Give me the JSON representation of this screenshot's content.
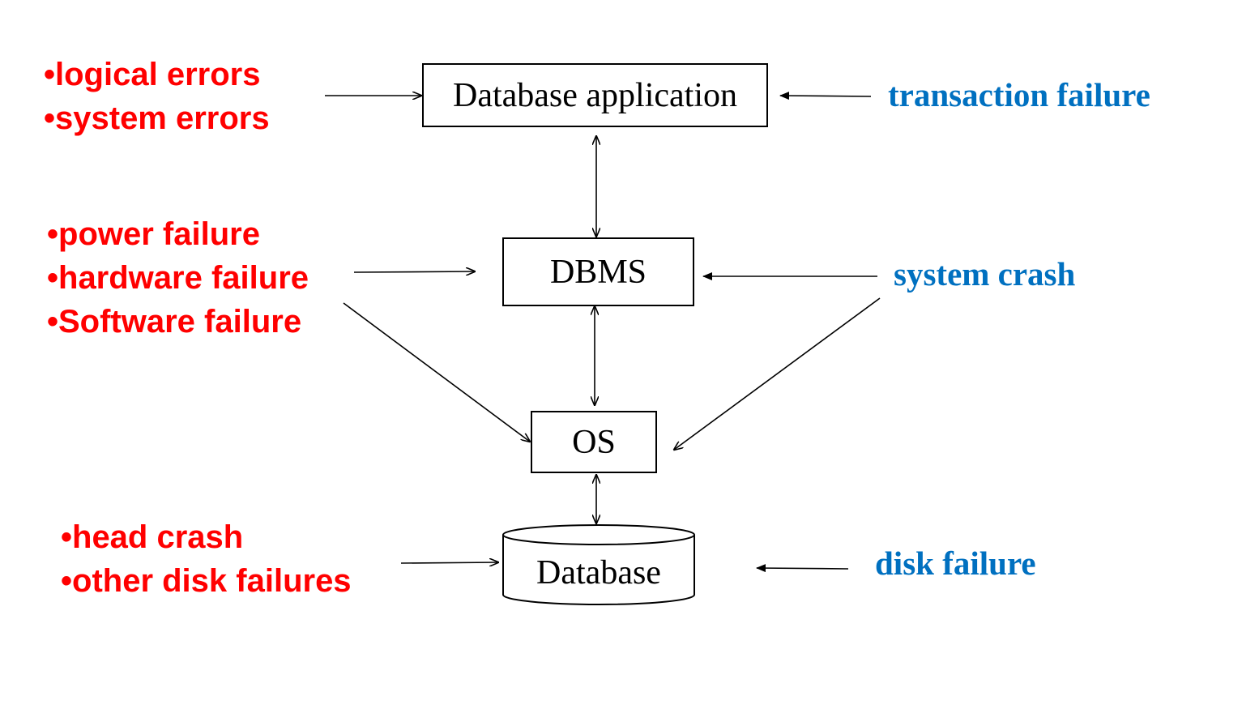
{
  "colors": {
    "cause_text": "#ff0000",
    "failure_text": "#0070c0",
    "box_text": "#000000",
    "line": "#000000"
  },
  "layers": {
    "app": "Database application",
    "dbms": "DBMS",
    "os": "OS",
    "database": "Database"
  },
  "causes": {
    "app": [
      "•logical errors",
      "•system errors"
    ],
    "dbms": [
      "•power failure",
      "•hardware failure",
      "•Software failure"
    ],
    "database": [
      "•head crash",
      "•other disk failures"
    ]
  },
  "failures": {
    "transaction": "transaction failure",
    "system": "system crash",
    "disk": "disk failure"
  }
}
